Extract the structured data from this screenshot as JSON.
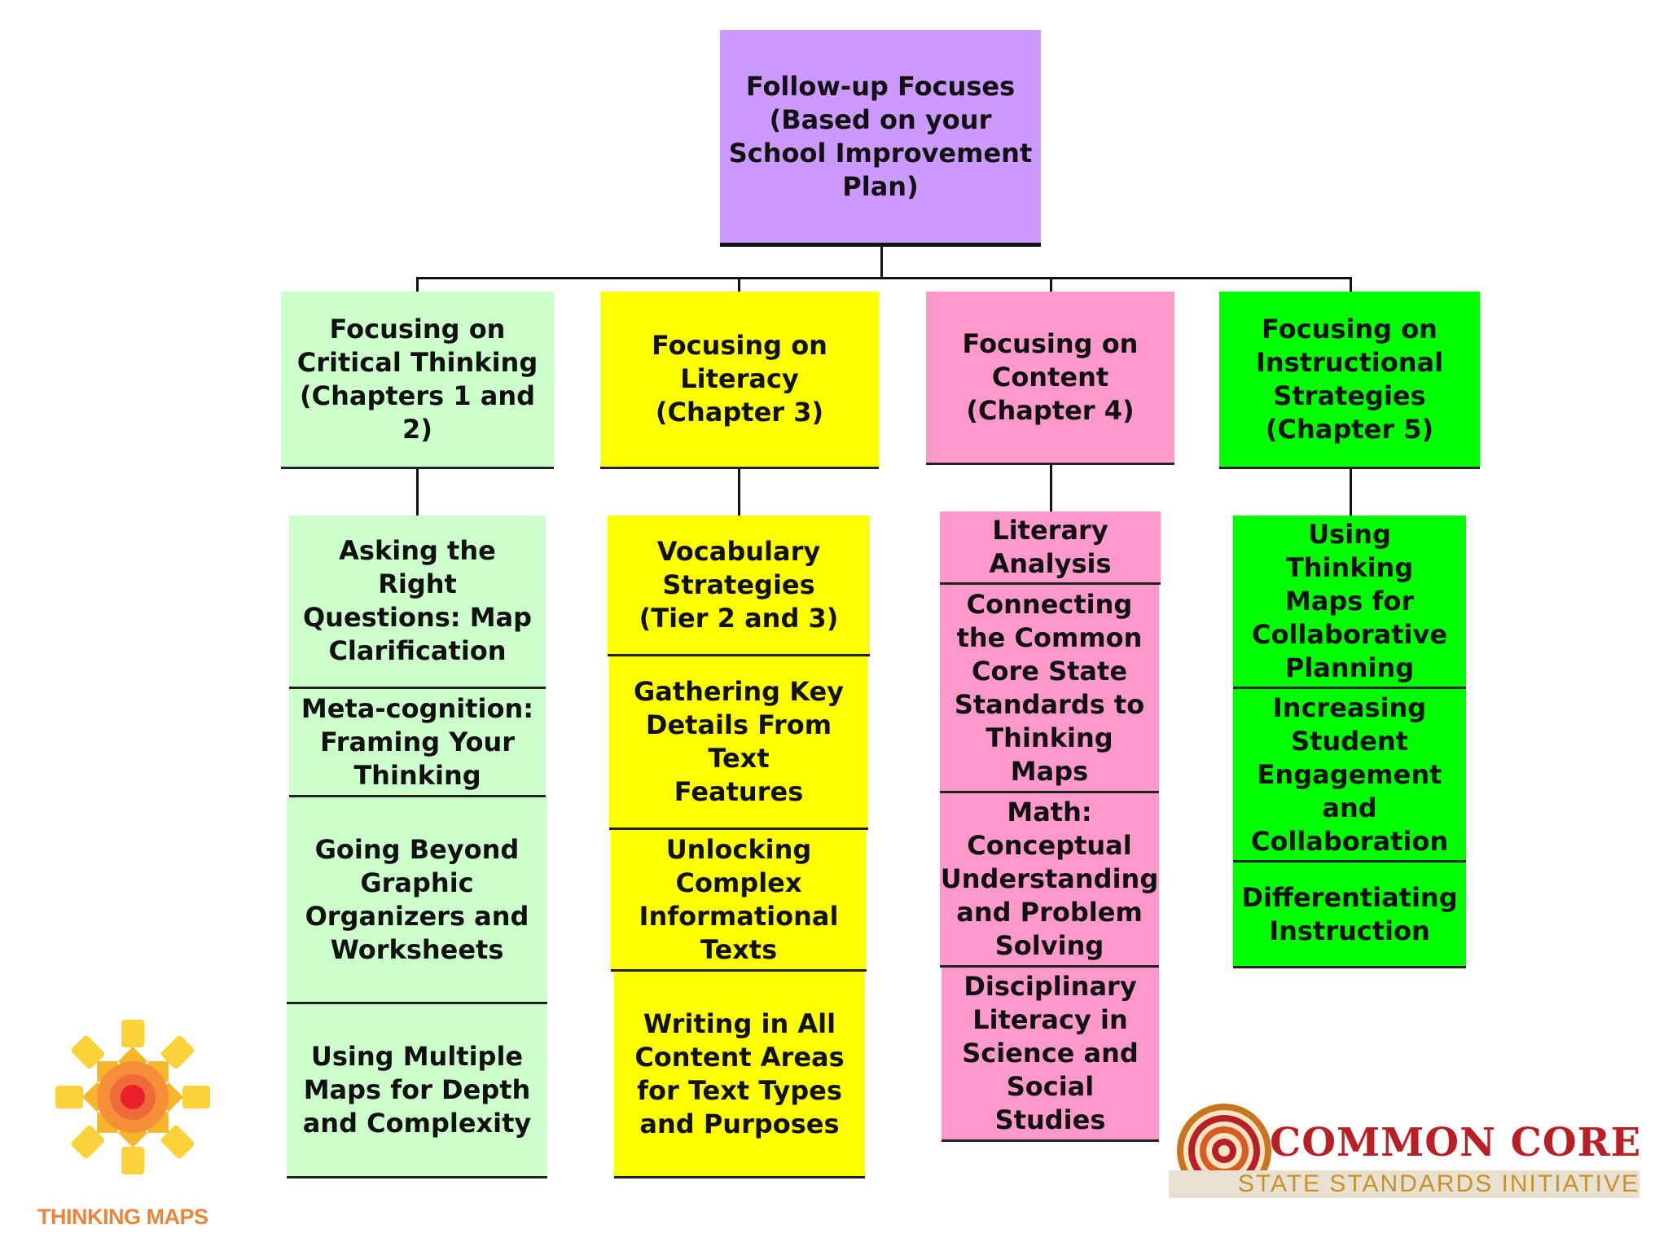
{
  "colors": {
    "purple": "#cc99ff",
    "light_green": "#ccffcc",
    "yellow": "#ffff00",
    "pink": "#ff99cc",
    "green": "#00ff00"
  },
  "root": {
    "text": "Follow-up Focuses\n(Based on your\nSchool Improvement\nPlan)"
  },
  "columns": [
    {
      "header": "Focusing on\nCritical Thinking\n(Chapters 1 and 2)",
      "color": "#ccffcc",
      "items": [
        "Asking the Right\nQuestions: Map\nClarification",
        "Meta-cognition:\nFraming Your\nThinking",
        "Going Beyond\nGraphic\nOrganizers and\nWorksheets",
        "Using Multiple\nMaps for Depth\nand Complexity"
      ]
    },
    {
      "header": "Focusing on\nLiteracy\n(Chapter 3)",
      "color": "#ffff00",
      "items": [
        "Vocabulary\nStrategies\n(Tier 2 and 3)",
        "Gathering Key\nDetails From Text\nFeatures",
        "Unlocking\nComplex\nInformational\nTexts",
        "Writing in All\nContent Areas\nfor Text Types\nand Purposes"
      ]
    },
    {
      "header": "Focusing on\nContent\n(Chapter 4)",
      "color": "#ff99cc",
      "items": [
        "Literary\nAnalysis",
        "Connecting\nthe Common\nCore State\nStandards to\nThinking Maps",
        "Math:\nConceptual\nUnderstanding\nand Problem\nSolving",
        "Disciplinary\nLiteracy in\nScience and\nSocial Studies"
      ]
    },
    {
      "header": "Focusing on\nInstructional\nStrategies\n(Chapter 5)",
      "color": "#00ff00",
      "items": [
        "Using Thinking\nMaps for\nCollaborative\nPlanning",
        "Increasing\nStudent\nEngagement\nand\nCollaboration",
        "Differentiating\nInstruction"
      ]
    }
  ],
  "logos": {
    "thinking_maps": {
      "text": "THINKING MAPS"
    },
    "common_core": {
      "line1": "COMMON CORE",
      "line2": "STATE STANDARDS INITIATIVE"
    }
  }
}
